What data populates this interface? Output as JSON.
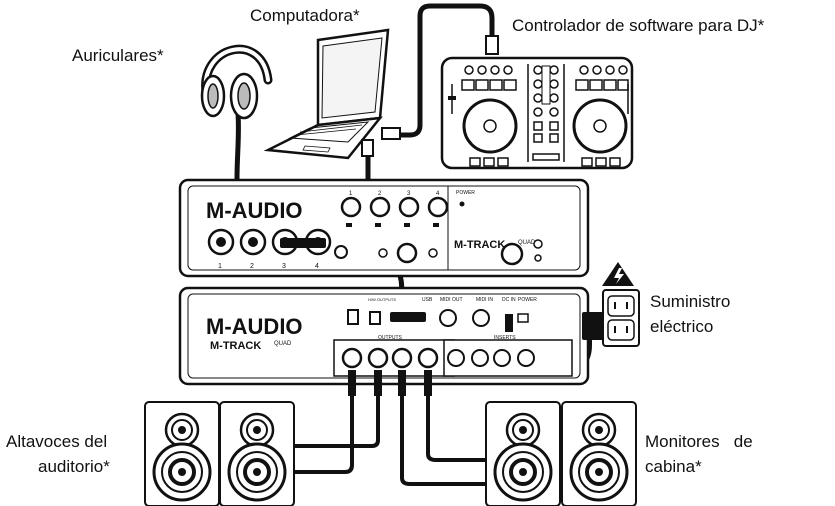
{
  "labels": {
    "computer": "Computadora*",
    "controller": "Controlador de software para DJ*",
    "headphones": "Auriculares*",
    "power_line1": "Suministro",
    "power_line2": "eléctrico",
    "audience_line1": "Altavoces del",
    "audience_line2": "auditorio*",
    "booth_line1": "Monitores   de",
    "booth_line2": "cabina*"
  },
  "device_top": {
    "brand": "M-AUDIO",
    "model": "M-TRACK",
    "model_suffix": "QUAD",
    "power_label": "POWER",
    "input_numbers": [
      "1",
      "2",
      "3",
      "4"
    ],
    "knob_numbers": [
      "1",
      "2",
      "3",
      "4"
    ]
  },
  "device_bottom": {
    "brand": "M-AUDIO",
    "model": "M-TRACK",
    "model_suffix": "QUAD",
    "usb_label": "USB",
    "midi_out_label": "MIDI OUT",
    "midi_in_label": "MIDI IN",
    "dc_in_label": "DC IN",
    "power_label": "POWER",
    "outputs_label": "OUTPUTS",
    "inserts_label": "INSERTS",
    "hw_outputs_label": "H/W OUTPUTS"
  }
}
